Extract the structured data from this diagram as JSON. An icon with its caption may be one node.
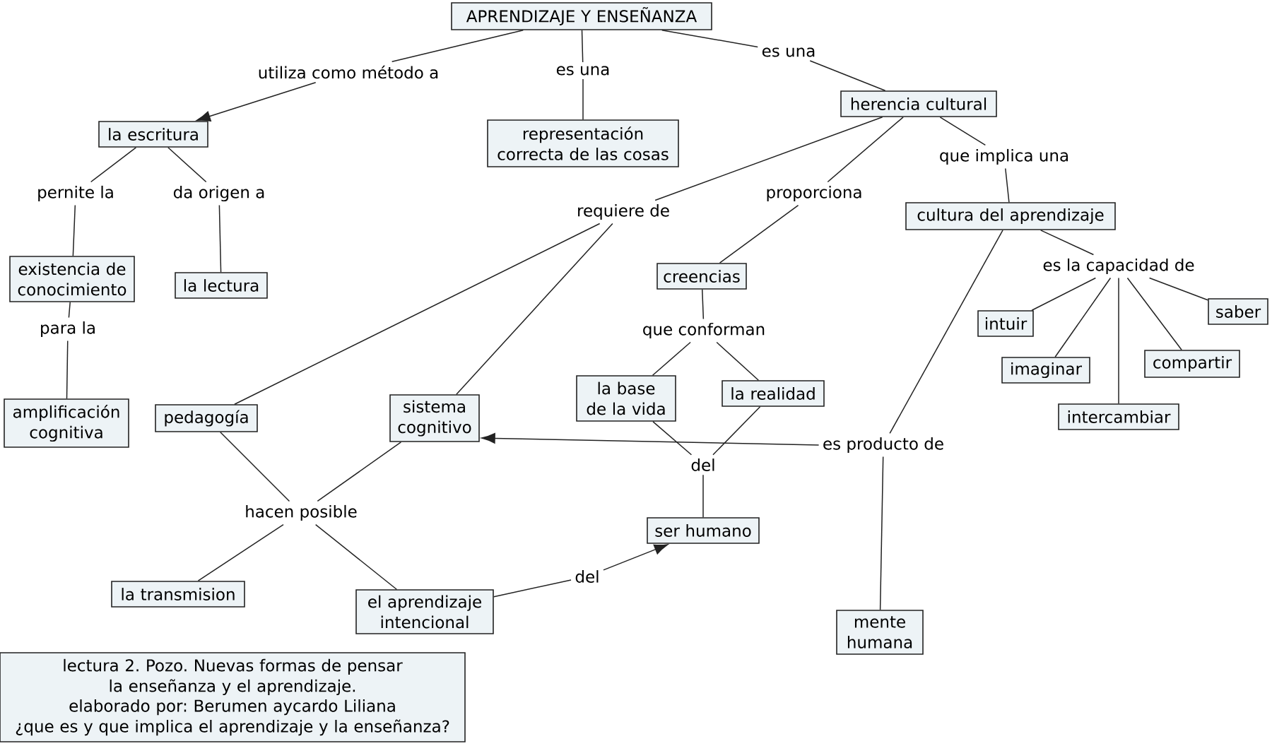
{
  "diagram": {
    "nodes": [
      {
        "text": [
          "APRENDIZAJE Y ENSEÑANZA"
        ]
      },
      {
        "text": [
          "utiliza como método a"
        ]
      },
      {
        "text": [
          "es una"
        ]
      },
      {
        "text": [
          "es una"
        ]
      },
      {
        "text": [
          "la escritura"
        ]
      },
      {
        "text": [
          "representación correcta de las cosas"
        ]
      },
      {
        "text": [
          "herencia cultural"
        ]
      },
      {
        "text": [
          "pernite la"
        ]
      },
      {
        "text": [
          "da origen a"
        ]
      },
      {
        "text": [
          "requiere de"
        ]
      },
      {
        "text": [
          "proporciona"
        ]
      },
      {
        "text": [
          "que implica una"
        ]
      },
      {
        "text": [
          "cultura del aprendizaje"
        ]
      },
      {
        "text": [
          "existencia de conocimiento"
        ]
      },
      {
        "text": [
          "la lectura"
        ]
      },
      {
        "text": [
          "creencias"
        ]
      },
      {
        "text": [
          "es la capacidad de"
        ]
      },
      {
        "text": [
          "para la"
        ]
      },
      {
        "text": [
          "que conforman"
        ]
      },
      {
        "text": [
          "intuir"
        ]
      },
      {
        "text": [
          "saber"
        ]
      },
      {
        "text": [
          "imaginar"
        ]
      },
      {
        "text": [
          "compartir"
        ]
      },
      {
        "text": [
          "intercambiar"
        ]
      },
      {
        "text": [
          "amplificación cognitiva"
        ]
      },
      {
        "text": [
          "pedagogía"
        ]
      },
      {
        "text": [
          "sistema cognitivo"
        ]
      },
      {
        "text": [
          "la base de la vida"
        ]
      },
      {
        "text": [
          "la realidad"
        ]
      },
      {
        "text": [
          "es producto de"
        ]
      },
      {
        "text": [
          "del"
        ]
      },
      {
        "text": [
          "hacen posible"
        ]
      },
      {
        "text": [
          "ser humano"
        ]
      },
      {
        "text": [
          "la transmision"
        ]
      },
      {
        "text": [
          "del"
        ]
      },
      {
        "text": [
          "el aprendizaje intencional"
        ]
      },
      {
        "text": [
          "mente humana"
        ]
      },
      {
        "text": [
          "lectura 2. Pozo. Nuevas formas de pensar la enseñanza y el aprendizaje.",
          "elaborado por: Berumen aycardo Liliana",
          "¿que es y que implica el aprendizaje y la enseñanza?"
        ]
      }
    ],
    "edges": [
      {
        "from": 0,
        "to": 1,
        "arrow": "none"
      },
      {
        "from": 1,
        "to": 4,
        "arrow": "to"
      },
      {
        "from": 0,
        "to": 2,
        "arrow": "none"
      },
      {
        "from": 2,
        "to": 5,
        "arrow": "none"
      },
      {
        "from": 0,
        "to": 3,
        "arrow": "none"
      },
      {
        "from": 3,
        "to": 6,
        "arrow": "none"
      },
      {
        "from": 4,
        "to": 7,
        "arrow": "none"
      },
      {
        "from": 7,
        "to": 13,
        "arrow": "none"
      },
      {
        "from": 4,
        "to": 8,
        "arrow": "none"
      },
      {
        "from": 8,
        "to": 14,
        "arrow": "none"
      },
      {
        "from": 6,
        "to": 9,
        "arrow": "none"
      },
      {
        "from": 9,
        "to": 25,
        "arrow": "none"
      },
      {
        "from": 9,
        "to": 26,
        "arrow": "none"
      },
      {
        "from": 6,
        "to": 10,
        "arrow": "none"
      },
      {
        "from": 10,
        "to": 15,
        "arrow": "none"
      },
      {
        "from": 6,
        "to": 11,
        "arrow": "none"
      },
      {
        "from": 11,
        "to": 12,
        "arrow": "none"
      },
      {
        "from": 12,
        "to": 16,
        "arrow": "none"
      },
      {
        "from": 16,
        "to": 19,
        "arrow": "none"
      },
      {
        "from": 16,
        "to": 20,
        "arrow": "none"
      },
      {
        "from": 16,
        "to": 21,
        "arrow": "none"
      },
      {
        "from": 16,
        "to": 22,
        "arrow": "none"
      },
      {
        "from": 16,
        "to": 23,
        "arrow": "none"
      },
      {
        "from": 12,
        "to": 29,
        "arrow": "none"
      },
      {
        "from": 29,
        "to": 26,
        "arrow": "to"
      },
      {
        "from": 29,
        "to": 36,
        "arrow": "none"
      },
      {
        "from": 13,
        "to": 17,
        "arrow": "none"
      },
      {
        "from": 17,
        "to": 24,
        "arrow": "none"
      },
      {
        "from": 15,
        "to": 18,
        "arrow": "none"
      },
      {
        "from": 18,
        "to": 27,
        "arrow": "none"
      },
      {
        "from": 18,
        "to": 28,
        "arrow": "none"
      },
      {
        "from": 27,
        "to": 30,
        "arrow": "none"
      },
      {
        "from": 28,
        "to": 30,
        "arrow": "none"
      },
      {
        "from": 30,
        "to": 32,
        "arrow": "none"
      },
      {
        "from": 25,
        "to": 31,
        "arrow": "none"
      },
      {
        "from": 26,
        "to": 31,
        "arrow": "none"
      },
      {
        "from": 31,
        "to": 33,
        "arrow": "none"
      },
      {
        "from": 31,
        "to": 35,
        "arrow": "none"
      },
      {
        "from": 35,
        "to": 34,
        "arrow": "none"
      },
      {
        "from": 34,
        "to": 32,
        "arrow": "to"
      }
    ]
  }
}
